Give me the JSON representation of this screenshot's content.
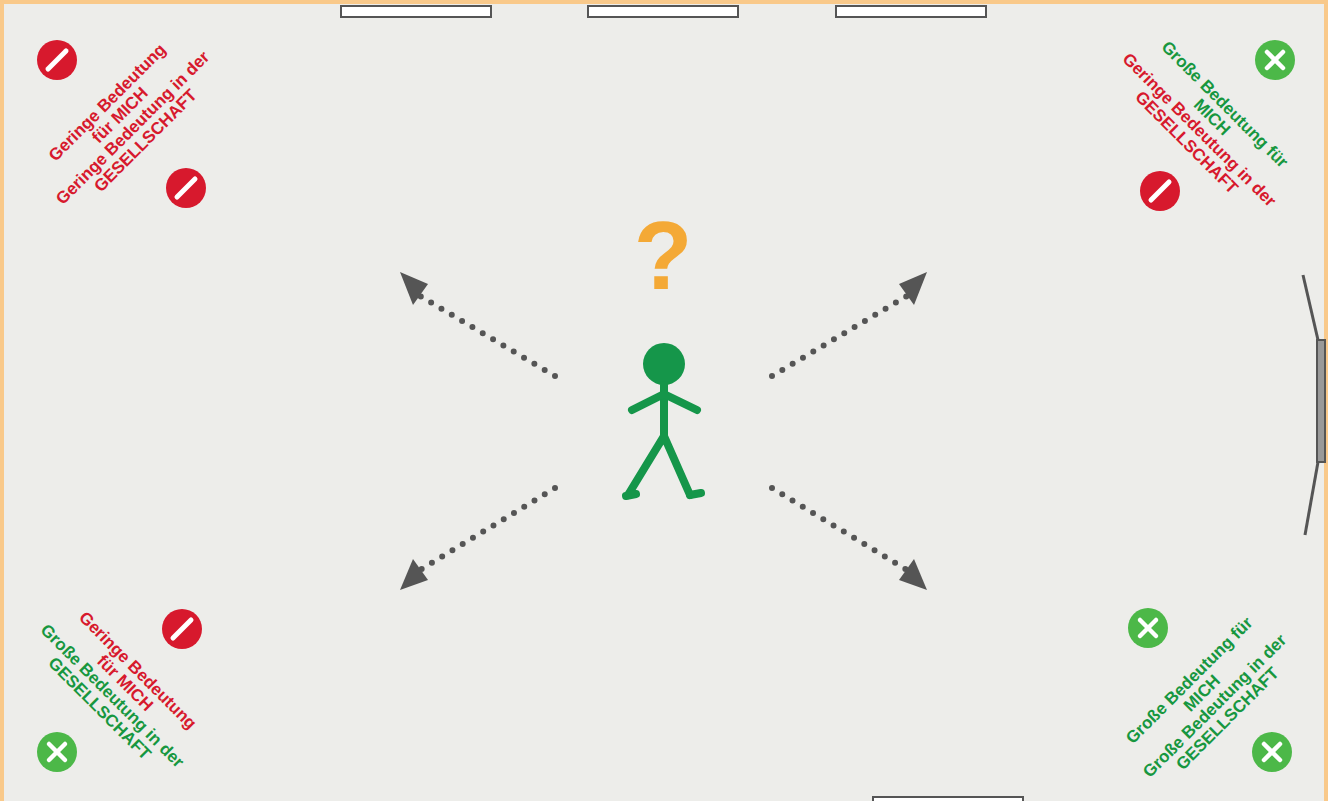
{
  "diagram": {
    "labels": [
      "Geringe Bedeutung für MICH",
      "Geringe Bedeutung in der GESELLSCHAFT",
      "Große Bedeutung für MICH",
      "Geringe Bedeutung in der GESELLSCHAFT",
      "?",
      "Geringe Bedeutung für MICH",
      "Große Bedeutung in der GESELLSCHAFT",
      "Große Bedeutung für MICH",
      "Große Bedeutung in der GESELLSCHAFT"
    ]
  }
}
